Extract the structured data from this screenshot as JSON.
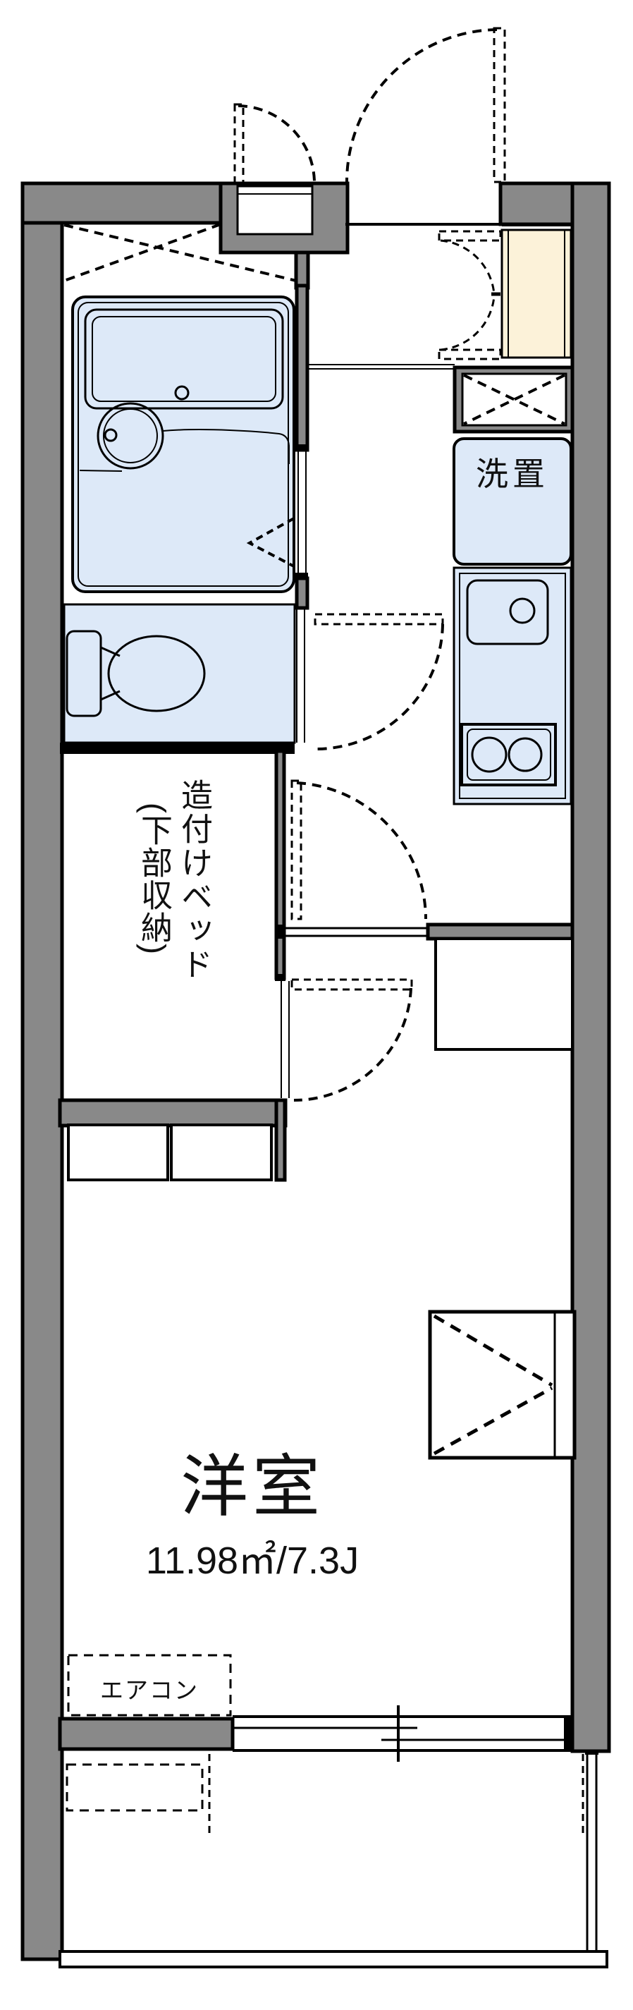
{
  "title": "apartment-floorplan",
  "labels": {
    "washer": "洗置",
    "bed_main": "造付けベッド",
    "bed_sub": "(下部収納)",
    "room_name": "洋室",
    "room_size": "11.98㎡/7.3J",
    "aircon": "エアコン"
  },
  "rooms": {
    "western_room": {
      "name": "洋室",
      "area_m2": "11.98",
      "area_jo": "7.3J"
    },
    "bed_nook": {
      "name": "造付けベッド",
      "note": "(下部収納)"
    },
    "washer_space": {
      "name": "洗置"
    },
    "aircon_spot": {
      "name": "エアコン"
    }
  },
  "fixtures": [
    "bathtub",
    "washbasin",
    "toilet",
    "kitchen-sink",
    "gas-stove-2-burner",
    "shoe-cabinet",
    "overhead-storage-x",
    "entrance-door",
    "meter-box-door",
    "bath-folding-door",
    "toilet-door",
    "room-door",
    "bed-nook-door",
    "sliding-window",
    "balcony",
    "aircon-indoor",
    "aircon-outdoor",
    "storage-closet"
  ],
  "colors": {
    "wall": "#898989",
    "wet": "#dde9f8",
    "cream": "#fcf2d9",
    "line": "#000000",
    "bg": "#ffffff"
  }
}
